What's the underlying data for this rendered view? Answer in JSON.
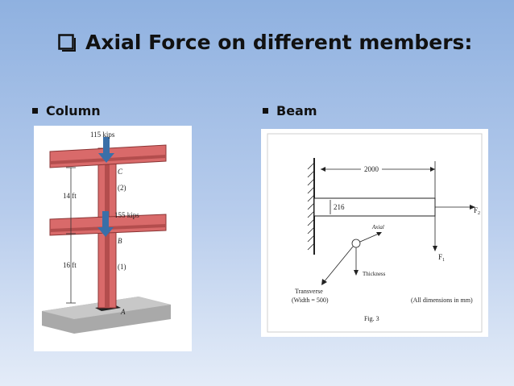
{
  "slide": {
    "title": "Axial Force on different members:",
    "title_icon": "checkbox-icon",
    "bullets": [
      {
        "label": "Column",
        "icon": "square-bullet-icon"
      },
      {
        "label": "Beam",
        "icon": "square-bullet-icon"
      }
    ]
  },
  "column_figure": {
    "load_top": "115 kips",
    "load_mid": "155 kips",
    "point_c": "C",
    "point_b": "B",
    "point_a": "A",
    "segment_upper": "(2)",
    "segment_lower": "(1)",
    "height_upper": "14 ft",
    "height_lower": "16 ft"
  },
  "beam_figure": {
    "length": "2000",
    "depth": "216",
    "force_f2": "F",
    "force_f2_sub": "2",
    "force_f1": "F",
    "force_f1_sub": "1",
    "axis_axial": "Axial",
    "axis_thickness": "Thickness",
    "axis_transverse": "Transverse",
    "transverse_width": "(Width = 500)",
    "units_note": "(All dimensions in mm)",
    "caption": "Fig. 3"
  },
  "colors": {
    "steel": "#d96a6a",
    "arrow": "#3a6fa8",
    "base": "#b9b9b9"
  }
}
